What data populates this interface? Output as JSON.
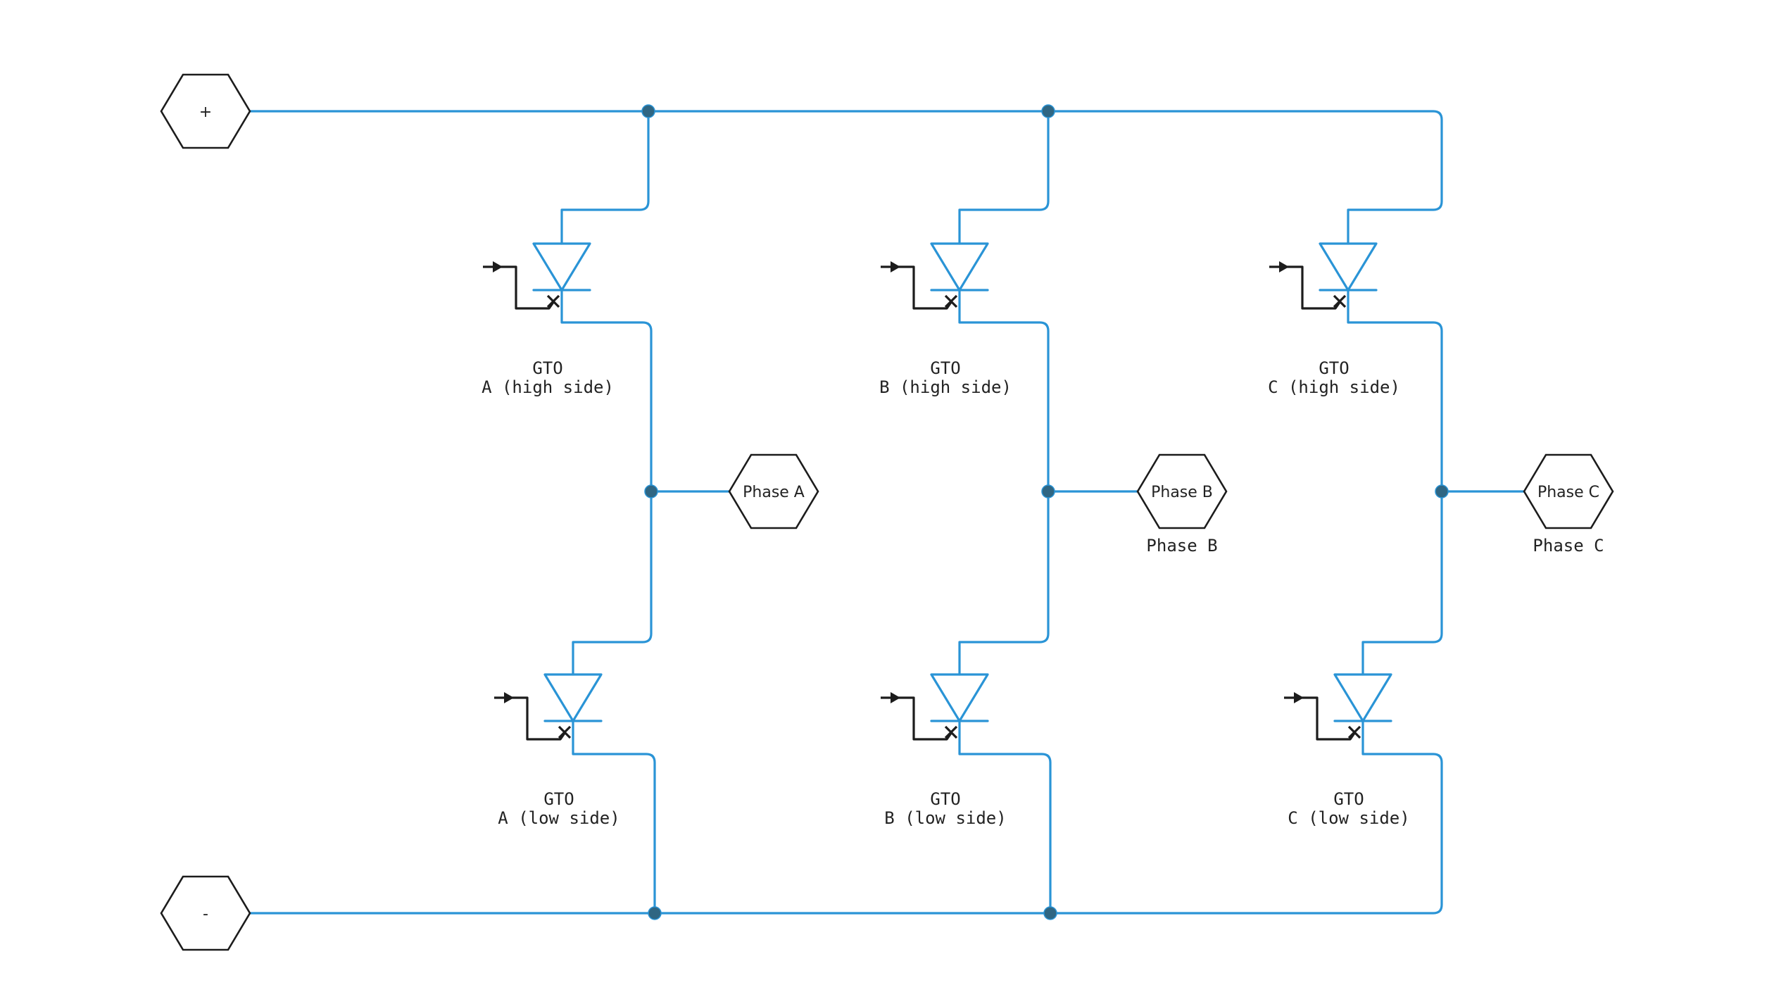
{
  "colors": {
    "wire": "#2a94d6",
    "gate": "#1c1c1c",
    "junction": "#2f6683",
    "port_stroke": "#1c1c1c",
    "text": "#222222"
  },
  "ports": {
    "plus": "+",
    "minus": "-",
    "phase_a": "Phase A",
    "phase_b": "Phase B",
    "phase_c": "Phase C"
  },
  "port_captions": {
    "phase_b": "Phase B",
    "phase_c": "Phase C"
  },
  "switches": [
    {
      "id": "a-high",
      "type": "GTO",
      "name": "A (high side)"
    },
    {
      "id": "b-high",
      "type": "GTO",
      "name": "B (high side)"
    },
    {
      "id": "c-high",
      "type": "GTO",
      "name": "C (high side)"
    },
    {
      "id": "a-low",
      "type": "GTO",
      "name": "A (low side)"
    },
    {
      "id": "b-low",
      "type": "GTO",
      "name": "B (low side)"
    },
    {
      "id": "c-low",
      "type": "GTO",
      "name": "C (low side)"
    }
  ]
}
